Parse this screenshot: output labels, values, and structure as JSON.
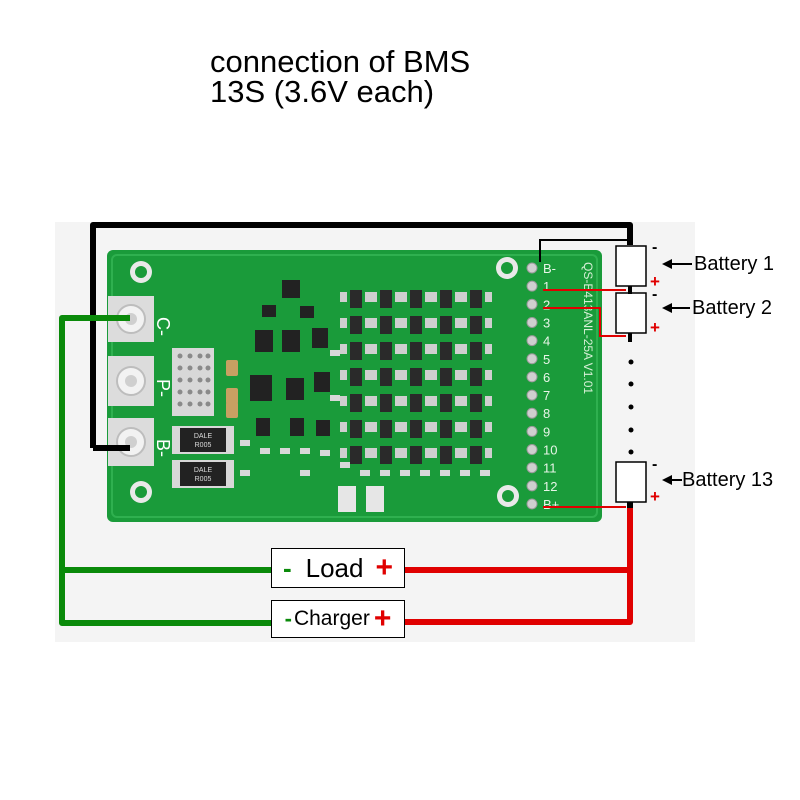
{
  "title": {
    "line1": "connection of BMS",
    "line2": "13S (3.6V each)"
  },
  "board": {
    "pad_labels": [
      "C-",
      "P-",
      "B-"
    ],
    "pin_labels": [
      "B-",
      "1",
      "2",
      "3",
      "4",
      "5",
      "6",
      "7",
      "8",
      "9",
      "10",
      "11",
      "12",
      "B+"
    ],
    "silkscreen": "QS-B413ANL-25A V1.01",
    "resistor_top": "DALE R005",
    "resistor_bottom": "DALE R005"
  },
  "batteries": [
    {
      "label": "Battery 1",
      "minus": "-",
      "plus": "+"
    },
    {
      "label": "Battery 2",
      "minus": "-",
      "plus": "+"
    },
    {
      "label": "Battery 13",
      "minus": "-",
      "plus": "+"
    }
  ],
  "load": {
    "label": "Load",
    "minus": "-",
    "plus": "+"
  },
  "charger": {
    "label": "Charger",
    "minus": "-",
    "plus": "+"
  },
  "colors": {
    "negative_wire": "#0a8a0a",
    "positive_wire": "#e00000",
    "bminus_wire": "#000000",
    "pcb": "#1a9b3a"
  }
}
